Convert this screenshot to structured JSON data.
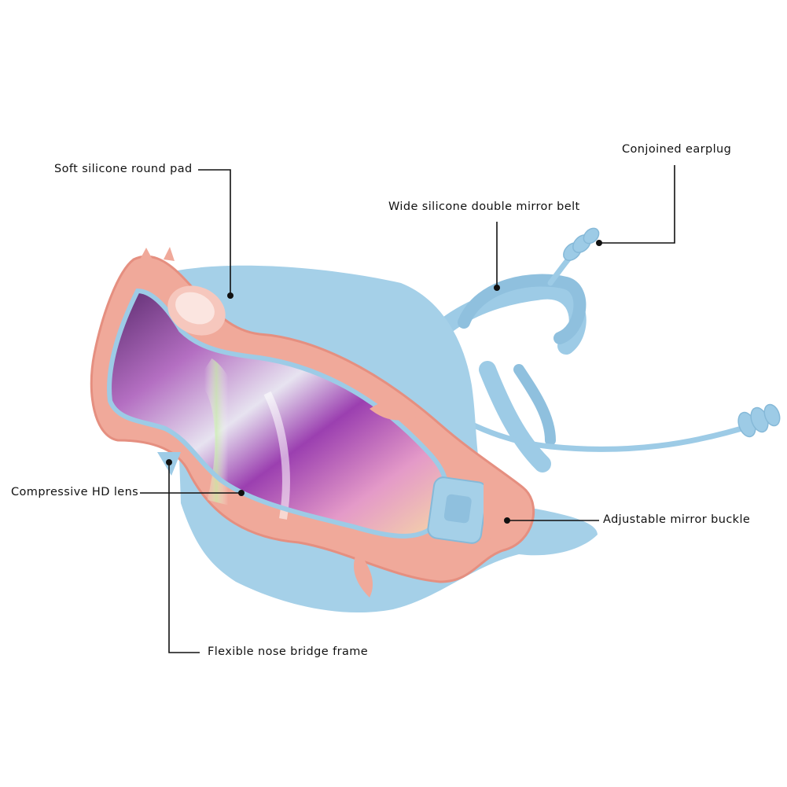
{
  "labels": {
    "round_pad": "Soft silicone round pad",
    "earplug": "Conjoined earplug",
    "mirror_belt": "Wide silicone double mirror belt",
    "hd_lens": "Compressive HD lens",
    "mirror_buckle": "Adjustable mirror buckle",
    "nose_bridge": "Flexible nose bridge frame"
  },
  "colors": {
    "background": "#ffffff",
    "silicone_blue": "#9dcbe6",
    "frame_pink": "#f0a99a",
    "lens_purple": "#8a3f9a",
    "leader_line": "#111111"
  }
}
